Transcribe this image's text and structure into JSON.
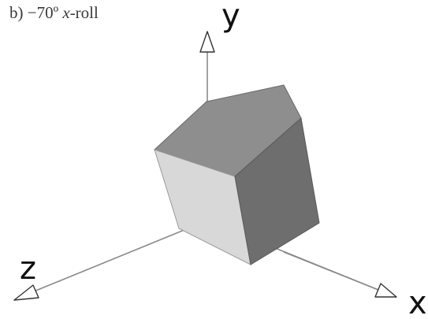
{
  "caption": {
    "prefix": "b) −70º ",
    "variable": "x",
    "suffix": "-roll"
  },
  "axes": {
    "y_label": "y",
    "z_label": "z",
    "x_label": "x"
  },
  "colors": {
    "axis_line": "#8a8a8a",
    "arrow_fill": "#ffffff",
    "face_top": "#8e8e8e",
    "face_right": "#6e6e6e",
    "face_left": "#d8d8d8",
    "edge": "#5a5a5a"
  }
}
